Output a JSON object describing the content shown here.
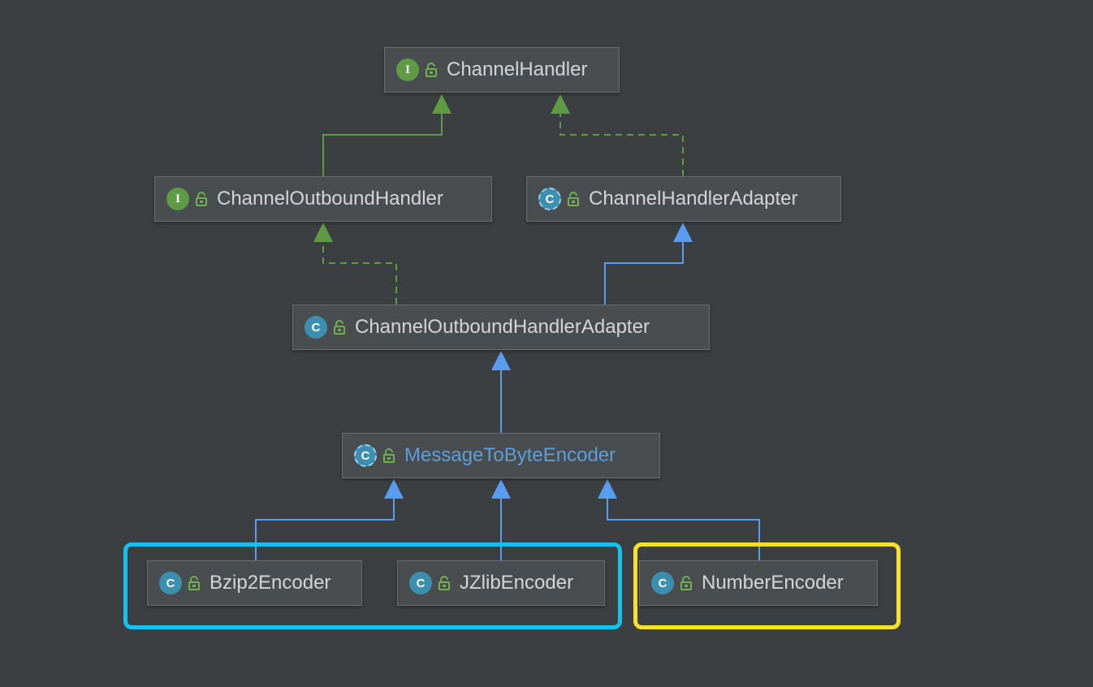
{
  "diagram": {
    "type": "class-hierarchy",
    "colors": {
      "background": "#3c3f41",
      "node_fill": "#4a4d50",
      "node_border": "#6b6e71",
      "text": "#d4d4d4",
      "abstract_text": "#5a9fd8",
      "interface_icon": "#5f9a45",
      "class_icon": "#3d8fb0",
      "extends_edge": "#5a9cf0",
      "implements_edge": "#5f9a45",
      "highlight_cyan": "#13c3ee",
      "highlight_yellow": "#f7e12a"
    },
    "nodes": {
      "channel_handler": {
        "label": "ChannelHandler",
        "kind": "interface",
        "icon_letter": "I"
      },
      "channel_outbound_handler": {
        "label": "ChannelOutboundHandler",
        "kind": "interface",
        "icon_letter": "I"
      },
      "channel_handler_adapter": {
        "label": "ChannelHandlerAdapter",
        "kind": "abstract-class",
        "icon_letter": "C"
      },
      "channel_outbound_handler_adapter": {
        "label": "ChannelOutboundHandlerAdapter",
        "kind": "class",
        "icon_letter": "C"
      },
      "message_to_byte_encoder": {
        "label": "MessageToByteEncoder",
        "kind": "abstract-class",
        "icon_letter": "C"
      },
      "bzip2_encoder": {
        "label": "Bzip2Encoder",
        "kind": "class",
        "icon_letter": "C"
      },
      "jzlib_encoder": {
        "label": "JZlibEncoder",
        "kind": "class",
        "icon_letter": "C"
      },
      "number_encoder": {
        "label": "NumberEncoder",
        "kind": "class",
        "icon_letter": "C"
      }
    },
    "edges": [
      {
        "from": "channel_outbound_handler",
        "to": "channel_handler",
        "relation": "extends-interface",
        "style": "solid",
        "color": "#5f9a45"
      },
      {
        "from": "channel_handler_adapter",
        "to": "channel_handler",
        "relation": "implements",
        "style": "dashed",
        "color": "#5f9a45"
      },
      {
        "from": "channel_outbound_handler_adapter",
        "to": "channel_outbound_handler",
        "relation": "implements",
        "style": "dashed",
        "color": "#5f9a45"
      },
      {
        "from": "channel_outbound_handler_adapter",
        "to": "channel_handler_adapter",
        "relation": "extends",
        "style": "solid",
        "color": "#5a9cf0"
      },
      {
        "from": "message_to_byte_encoder",
        "to": "channel_outbound_handler_adapter",
        "relation": "extends",
        "style": "solid",
        "color": "#5a9cf0"
      },
      {
        "from": "bzip2_encoder",
        "to": "message_to_byte_encoder",
        "relation": "extends",
        "style": "solid",
        "color": "#5a9cf0"
      },
      {
        "from": "jzlib_encoder",
        "to": "message_to_byte_encoder",
        "relation": "extends",
        "style": "solid",
        "color": "#5a9cf0"
      },
      {
        "from": "number_encoder",
        "to": "message_to_byte_encoder",
        "relation": "extends",
        "style": "solid",
        "color": "#5a9cf0"
      }
    ],
    "highlight_groups": [
      {
        "members": [
          "bzip2_encoder",
          "jzlib_encoder"
        ],
        "color": "#13c3ee"
      },
      {
        "members": [
          "number_encoder"
        ],
        "color": "#f7e12a"
      }
    ]
  }
}
